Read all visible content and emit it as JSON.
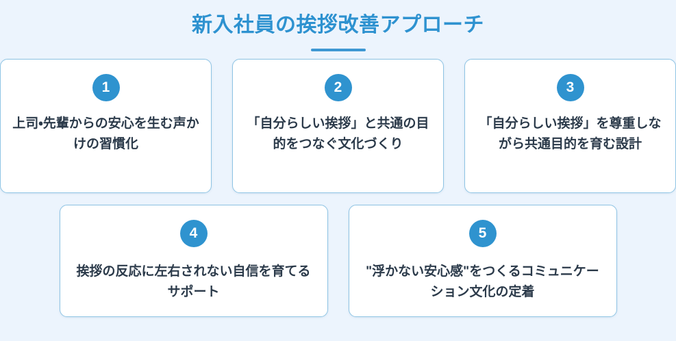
{
  "header": {
    "title": "新入社員の挨拶改善アプローチ",
    "divider": "title-divider"
  },
  "theme": {
    "background": "#ecf4fd",
    "title_color": "#2e92d0",
    "divider_color": "#3d97d3",
    "card_background": "#ffffff",
    "card_border": "#8ec4e4",
    "badge_color": "#2f93cf",
    "badge_text_color": "#ffffff",
    "body_text_color": "#2b3a4a"
  },
  "rows": [
    {
      "name": "top-row",
      "cards": [
        {
          "number": "1",
          "text": "上司・先輩からの安心を生む声かけの習慣化"
        },
        {
          "number": "2",
          "text": "「自分らしい挨拶」と共通の目的をつなぐ文化づくり"
        },
        {
          "number": "3",
          "text": "「自分らしい挨拶」を尊重しながら共通目的を育む設計"
        }
      ]
    },
    {
      "name": "bottom-row",
      "cards": [
        {
          "number": "4",
          "text": "挨拶の反応に左右されない自信を育てるサポート"
        },
        {
          "number": "5",
          "text": "\"浮かない安心感\"をつくるコミュニケーション文化の定着"
        }
      ]
    }
  ]
}
